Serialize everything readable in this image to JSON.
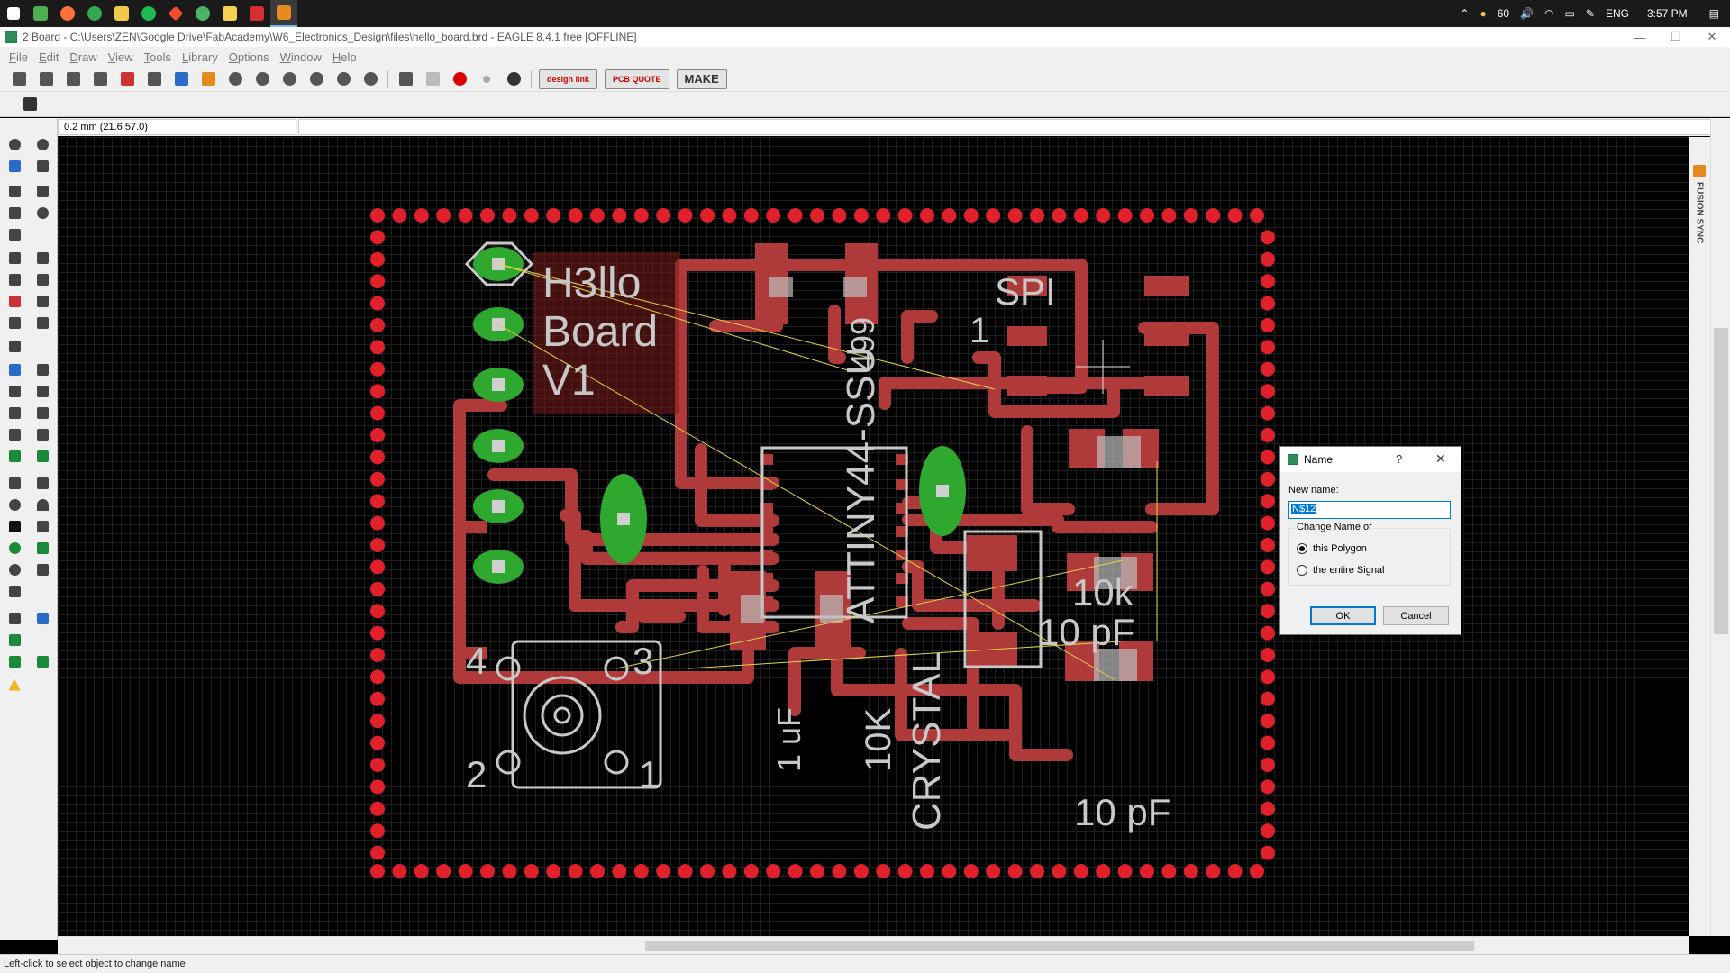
{
  "taskbar": {
    "apps": [
      {
        "name": "start-icon",
        "color": "#ffffff"
      },
      {
        "name": "tablet-app-icon",
        "color": "#4caf50"
      },
      {
        "name": "firefox-icon",
        "color": "#ff7139"
      },
      {
        "name": "chrome-icon",
        "color": "#34a853"
      },
      {
        "name": "file-explorer-icon",
        "color": "#f2c94c"
      },
      {
        "name": "spotify-icon",
        "color": "#1db954"
      },
      {
        "name": "git-icon",
        "color": "#f1502f"
      },
      {
        "name": "pushbullet-icon",
        "color": "#4ab367"
      },
      {
        "name": "sticky-notes-icon",
        "color": "#f7d154"
      },
      {
        "name": "acrobat-icon",
        "color": "#d32f2f"
      },
      {
        "name": "eagle-icon",
        "color": "#e58a1f"
      }
    ],
    "tray": {
      "temperature": "60",
      "language": "ENG",
      "time": "3:57 PM"
    }
  },
  "window": {
    "title": "2 Board - C:\\Users\\ZEN\\Google Drive\\FabAcademy\\W6_Electronics_Design\\files\\hello_board.brd - EAGLE 8.4.1 free [OFFLINE]",
    "minimize": "—",
    "restore": "❐",
    "close": "✕"
  },
  "menu": [
    "File",
    "Edit",
    "Draw",
    "View",
    "Tools",
    "Library",
    "Options",
    "Window",
    "Help"
  ],
  "toolbar": {
    "design_link": "design link",
    "pcb_quote": "PCB QUOTE",
    "make": "MAKE"
  },
  "coord_readout": "0.2 mm (21.6 57.0)",
  "fusion_sync": "FUSION SYNC",
  "board": {
    "title_line1": "H3llo",
    "title_line2": "Board",
    "title_line3": "V1",
    "spi_label": "SPI",
    "pin1_label": "1",
    "chip_label": "ATTINY44-SSU",
    "chip_label2": "499",
    "res_label": "10k",
    "cap_label1": "10 pF",
    "cap_label2": "10 pF",
    "cap_1uf": "1 uF",
    "res_10k2": "10K",
    "crystal": "CRYSTAL",
    "btn_pin4": "4",
    "btn_pin3": "3",
    "btn_pin2": "2",
    "btn_pin1": "1",
    "colors": {
      "copper": "#b03a3a",
      "pad_green": "#2ea82e",
      "via_red": "#e0202a",
      "silk": "#c8c8c8"
    }
  },
  "dialog": {
    "title": "Name",
    "help": "?",
    "close": "✕",
    "new_name_label": "New name:",
    "new_name_value": "N$12",
    "group_title": "Change Name of",
    "option1": "this Polygon",
    "option2": "the entire Signal",
    "option1_selected": true,
    "ok": "OK",
    "cancel": "Cancel"
  },
  "status": "Left-click to select object to change name"
}
